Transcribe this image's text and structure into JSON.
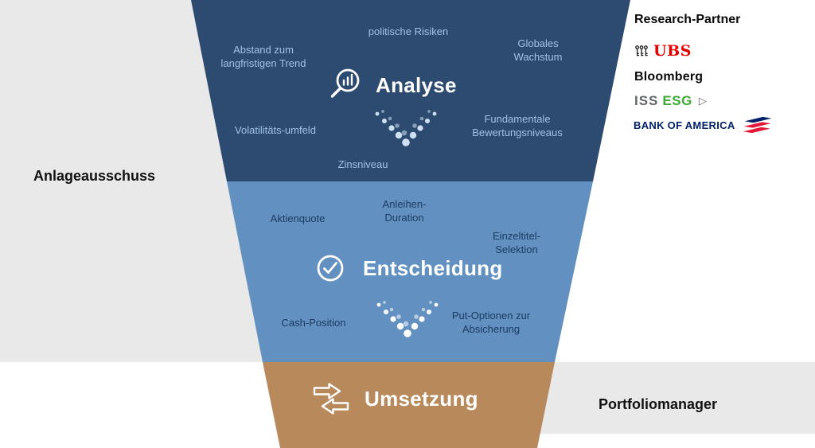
{
  "labels": {
    "left": "Anlageausschuss",
    "bottom_right": "Portfoliomanager"
  },
  "research": {
    "title": "Research-Partner",
    "partners": {
      "ubs": "UBS",
      "bloomberg": "Bloomberg",
      "iss": "ISS",
      "esg": "ESG",
      "esg_arrow": "▷",
      "bank_of_america": "BANK OF AMERICA"
    }
  },
  "funnel": {
    "stages": [
      {
        "title": "Analyse",
        "icon": "magnifier-chart-icon",
        "items": {
          "politische_risiken": "politische Risiken",
          "globales_wachstum": "Globales Wachstum",
          "abstand_trend": "Abstand zum langfristigen Trend",
          "volatilitaetsumfeld": "Volatilitäts-umfeld",
          "zinsniveau": "Zinsniveau",
          "fundamentale_bewertungsniveaus": "Fundamentale Bewertungsniveaus"
        }
      },
      {
        "title": "Entscheidung",
        "icon": "check-circle-icon",
        "items": {
          "aktienquote": "Aktienquote",
          "anleihen_duration": "Anleihen-Duration",
          "einzeltitel_selektion": "Einzeltitel-Selektion",
          "cash_position": "Cash-Position",
          "put_optionen": "Put-Optionen zur Absicherung"
        }
      },
      {
        "title": "Umsetzung",
        "icon": "transfer-arrows-icon",
        "items": {}
      }
    ]
  },
  "colors": {
    "stage_analyse": "#2d4b70",
    "stage_entscheidung": "#6190c1",
    "stage_umsetzung": "#b8895a",
    "analyse_item_text": "#a0c0e4",
    "entscheidung_item_text": "#1e3c60",
    "stage_title_text": "#ffffff",
    "gray_band": "#e9e9e9",
    "ubs_red": "#e60000",
    "iss_gray": "#63666b",
    "esg_green": "#3daa35",
    "bofa_blue": "#012169",
    "bofa_red": "#e31837"
  }
}
